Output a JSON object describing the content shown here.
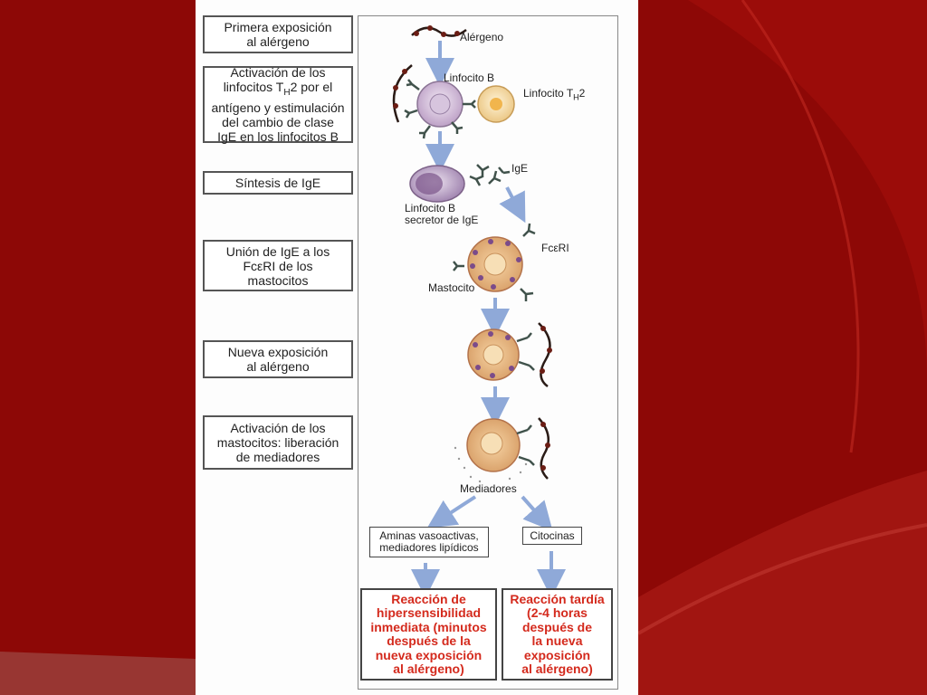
{
  "steps": [
    {
      "line1": "Primera exposición",
      "line2": "al alérgeno"
    },
    {
      "line1": "Activación de los",
      "line2a": "linfocitos T",
      "sub": "H",
      "line2b": "2 por el",
      "line3": "antígeno y estimulación",
      "line4": "del cambio de clase",
      "line5": "IgE en los linfocitos B"
    },
    {
      "line1": "Síntesis de IgE"
    },
    {
      "line1": "Unión de IgE a los",
      "line2": "FcεRI de los",
      "line3": "mastocitos"
    },
    {
      "line1": "Nueva exposición",
      "line2": "al alérgeno"
    },
    {
      "line1": "Activación de los",
      "line2": "mastocitos: liberación",
      "line3": "de mediadores"
    }
  ],
  "labels": {
    "alergeno": "Alérgeno",
    "linfocito_b": "Linfocito B",
    "linfocito_th2_a": "Linfocito T",
    "linfocito_th2_sub": "H",
    "linfocito_th2_b": "2",
    "ige": "IgE",
    "secretor_1": "Linfocito B",
    "secretor_2": "secretor de IgE",
    "fceri": "FcεRI",
    "mastocito": "Mastocito",
    "mediadores": "Mediadores"
  },
  "outputs": {
    "left": {
      "line1": "Aminas vasoactivas,",
      "line2": "mediadores lipídicos"
    },
    "right": {
      "line1": "Citocinas"
    }
  },
  "reactions": {
    "left": [
      "Reacción de",
      "hipersensibilidad",
      "inmediata (minutos",
      "después de la",
      "nueva exposición",
      "al alérgeno)"
    ],
    "right": [
      "Reacción tardía",
      "(2-4 horas",
      "después de",
      "la nueva",
      "exposición",
      "al alérgeno)"
    ]
  },
  "colors": {
    "background": "#8d0806",
    "reaction_text": "#d42a1d",
    "arrow": "#8fa9d8"
  }
}
